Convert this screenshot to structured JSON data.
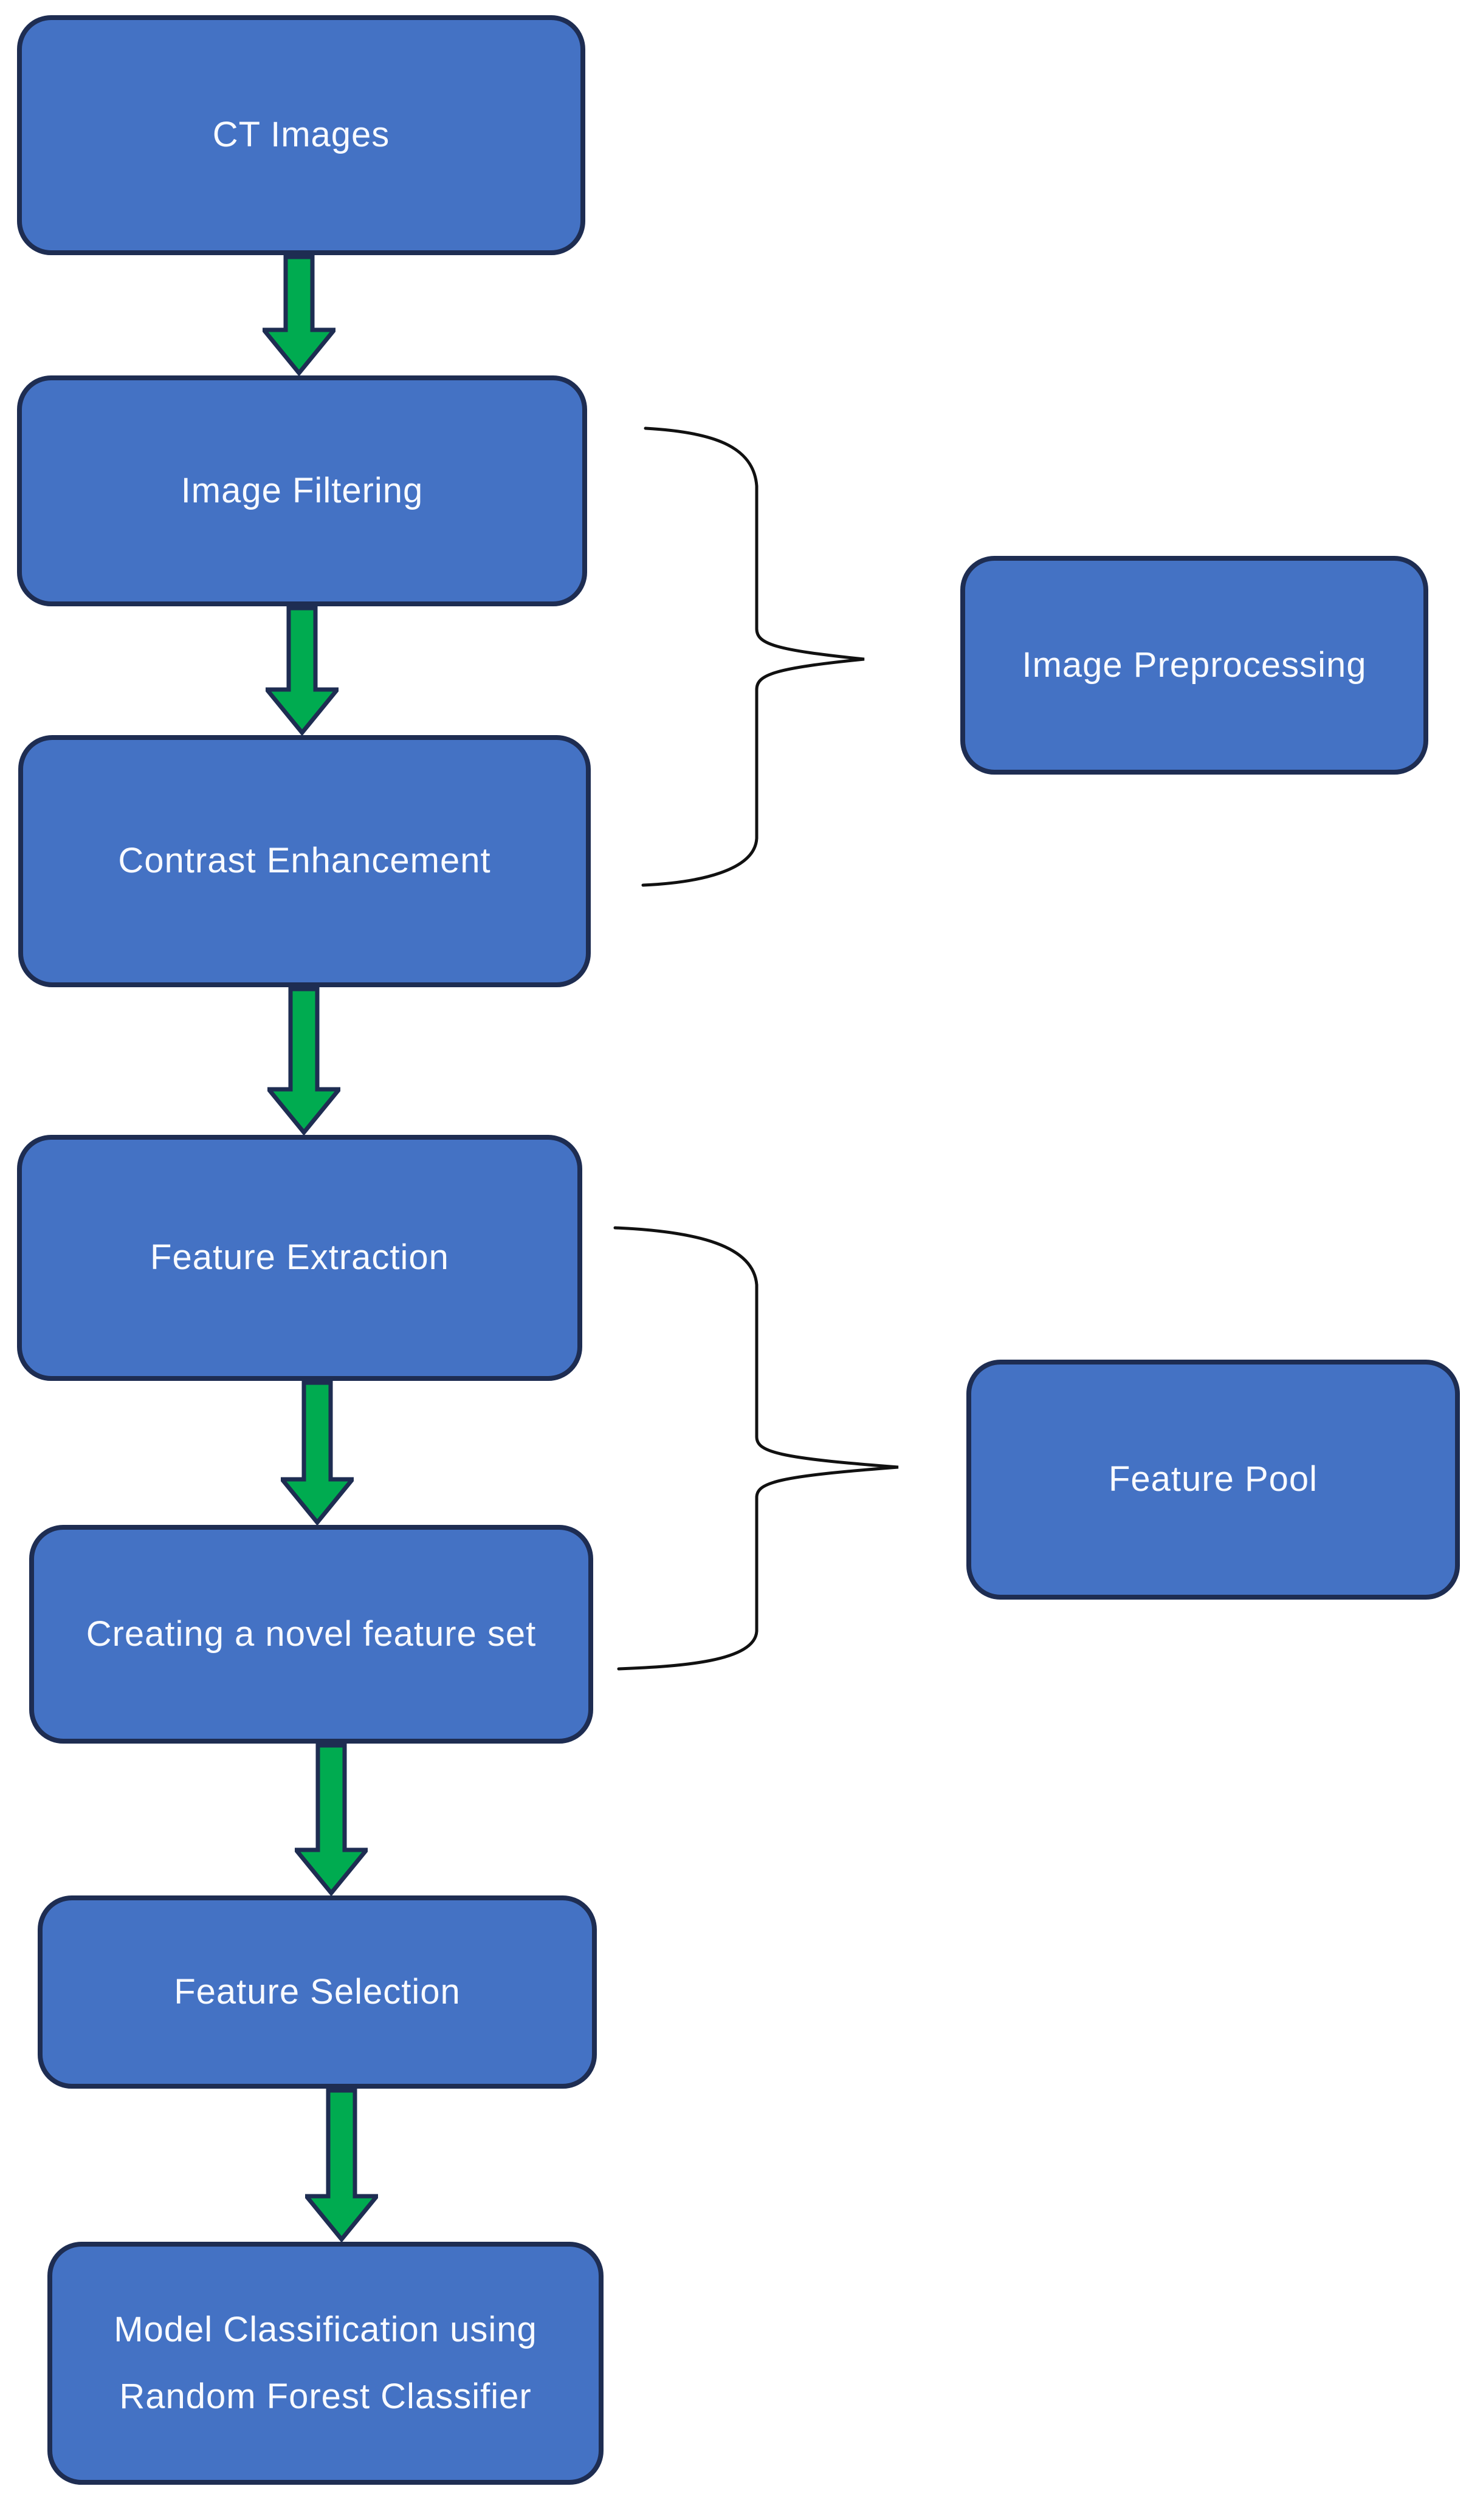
{
  "diagram": {
    "type": "flowchart",
    "nodes": {
      "ct_images": {
        "label": "CT Images"
      },
      "image_filtering": {
        "label": "Image Filtering"
      },
      "contrast_enhancement": {
        "label": "Contrast Enhancement"
      },
      "feature_extraction": {
        "label": "Feature Extraction"
      },
      "novel_feature_set": {
        "label": "Creating a novel feature set"
      },
      "feature_selection": {
        "label": "Feature Selection"
      },
      "model_classification": {
        "label": "Model Classification using Random Forest Classifier"
      },
      "image_preprocessing": {
        "label": "Image Preprocessing"
      },
      "feature_pool": {
        "label": "Feature Pool"
      }
    },
    "edges": [
      {
        "from": "ct_images",
        "to": "image_filtering"
      },
      {
        "from": "image_filtering",
        "to": "contrast_enhancement"
      },
      {
        "from": "contrast_enhancement",
        "to": "feature_extraction"
      },
      {
        "from": "feature_extraction",
        "to": "novel_feature_set"
      },
      {
        "from": "novel_feature_set",
        "to": "feature_selection"
      },
      {
        "from": "feature_selection",
        "to": "model_classification"
      }
    ],
    "groups": [
      {
        "members": [
          "image_filtering",
          "contrast_enhancement"
        ],
        "brace_points_to": "image_preprocessing"
      },
      {
        "members": [
          "feature_extraction",
          "novel_feature_set"
        ],
        "brace_points_to": "feature_pool"
      }
    ],
    "colors": {
      "node_fill": "#4472C4",
      "node_border": "#1E2D52",
      "arrow_fill": "#00AB50",
      "arrow_border": "#1E2D52",
      "brace_stroke": "#111111",
      "text": "#F8FAFF",
      "background": "#FFFFFF"
    }
  }
}
